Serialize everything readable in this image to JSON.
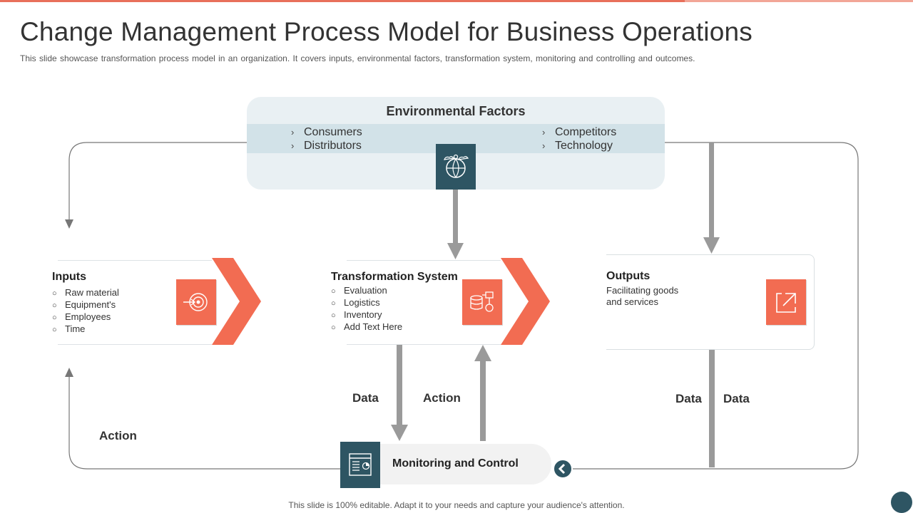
{
  "header": {
    "title": "Change Management Process Model for Business Operations",
    "subtitle": "This slide showcase transformation  process model in an organization.  It covers inputs, environmental  factors, transformation  system, monitoring and controlling and outcomes."
  },
  "environmental_factors": {
    "title": "Environmental Factors",
    "left_items": [
      "Consumers",
      "Distributors"
    ],
    "right_items": [
      "Competitors",
      "Technology"
    ],
    "icon": "earth-weather-icon"
  },
  "inputs": {
    "title": "Inputs",
    "items": [
      "Raw material",
      "Equipment's",
      "Employees",
      "Time"
    ],
    "icon": "target-arrow-icon"
  },
  "transformation": {
    "title": "Transformation System",
    "items": [
      "Evaluation",
      "Logistics",
      "Inventory",
      "Add Text Here"
    ],
    "icon": "database-network-icon"
  },
  "outputs": {
    "title": "Outputs",
    "description_lines": [
      "Facilitating goods",
      "and services"
    ],
    "icon": "external-link-icon"
  },
  "flow_labels": {
    "data_down": "Data",
    "action_up": "Action",
    "data_left": "Data",
    "data_right": "Data",
    "action_left": "Action"
  },
  "monitoring": {
    "label": "Monitoring and Control",
    "icon": "dashboard-report-icon"
  },
  "footer": {
    "note": "This slide is 100% editable. Adapt it to your needs and capture your audience's attention."
  },
  "colors": {
    "accent_orange": "#f26c52",
    "dark_teal": "#2e5563",
    "arrow_gray": "#9a9a9a",
    "env_bg": "#e9f0f3"
  }
}
